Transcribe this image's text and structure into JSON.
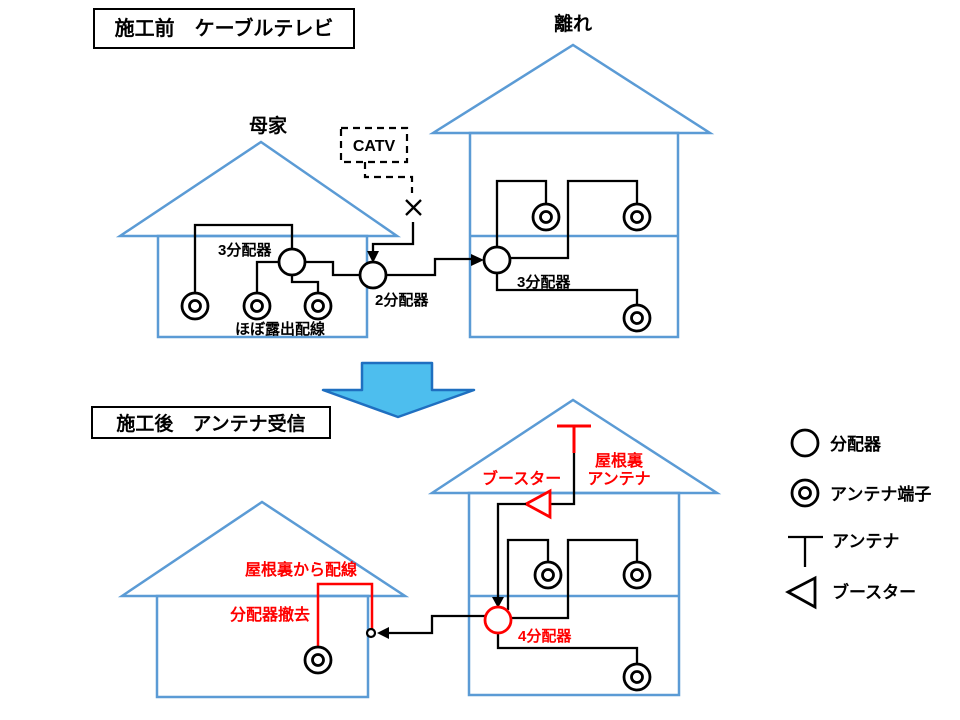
{
  "colors": {
    "house": "#5B9BD5",
    "wire": "#000000",
    "accent": "#FF0000",
    "arrow-fill": "#4DBEEE",
    "arrow-stroke": "#1F6FC0"
  },
  "before": {
    "title": "施工前　ケーブルテレビ",
    "main_house_label": "母家",
    "annex_label": "離れ",
    "catv_label": "CATV",
    "main_splitter_label": "3分配器",
    "two_way_splitter_label": "2分配器",
    "exposed_wiring_label": "ほぼ露出配線",
    "annex_splitter_label": "3分配器"
  },
  "after": {
    "title": "施工後　アンテナ受信",
    "booster_label": "ブースター",
    "attic_antenna_label_line1": "屋根裏",
    "attic_antenna_label_line2": "アンテナ",
    "attic_wiring_label": "屋根裏から配線",
    "splitter_removed_label": "分配器撤去",
    "four_way_splitter_label": "4分配器"
  },
  "legend": {
    "splitter": "分配器",
    "antenna_terminal": "アンテナ端子",
    "antenna": "アンテナ",
    "booster": "ブースター"
  }
}
